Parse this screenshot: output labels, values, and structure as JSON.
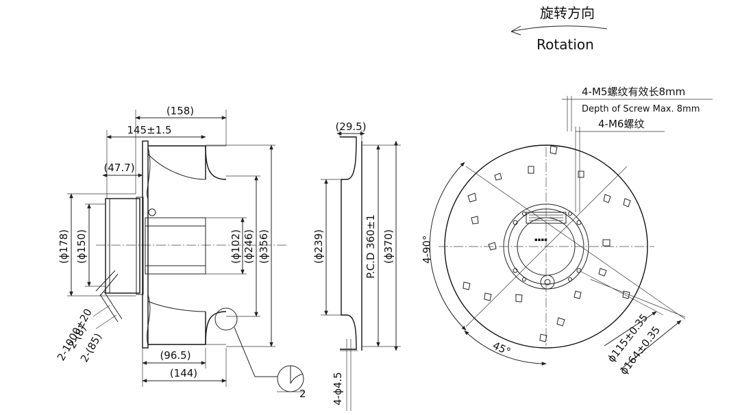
{
  "rotation": {
    "label_cn": "旋转方向",
    "label_en": "Rotation"
  },
  "side_view": {
    "d158": "(158)",
    "d145": "145±1.5",
    "d477": "(47.7)",
    "d178": "(ϕ178)",
    "d150": "(ϕ150)",
    "d102": "(ϕ102)",
    "d246": "(ϕ246)",
    "d356": "(ϕ356)",
    "d965": "(96.5)",
    "d144": "(144)",
    "cable": "2-1000±20",
    "d8": "2-(8)",
    "d85": "2-(85)",
    "detail_2": "2"
  },
  "flange_view": {
    "d295": "(29.5)",
    "d239": "(ϕ239)",
    "pcd": "P.C.D 360±1",
    "d370": "(ϕ370)",
    "holes": "4-ϕ4.5"
  },
  "front_view": {
    "m5_cn": "4-M5螺纹有效长8mm",
    "m5_en": "Depth of Screw Max. 8mm",
    "m6": "4-M6螺纹",
    "angle90": "4-90°",
    "angle45": "45°",
    "d115": "ϕ115±0.35",
    "d164": "ϕ164±0.35"
  }
}
